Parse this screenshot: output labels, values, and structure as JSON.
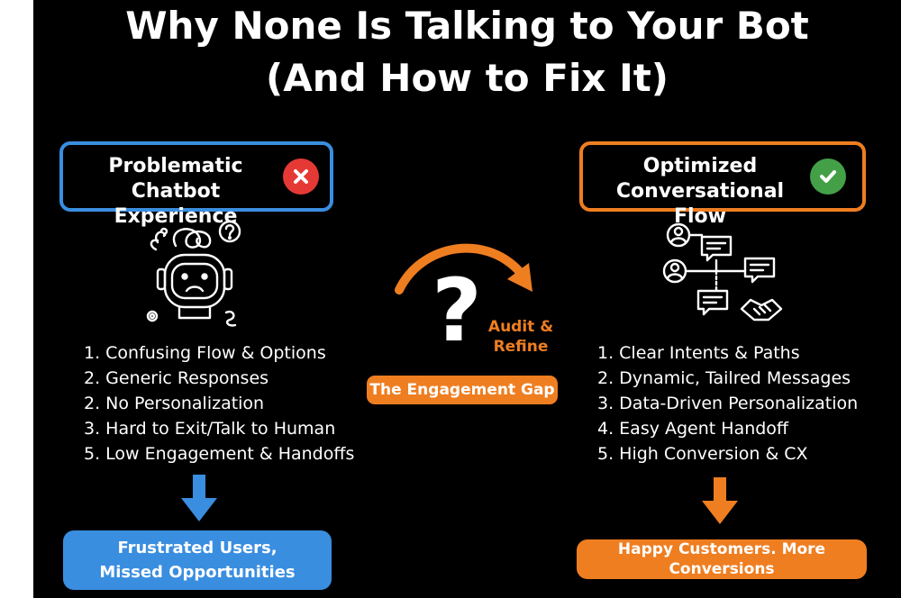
{
  "title": {
    "line1": "Why None Is Talking to Your Bot",
    "line2": "(And How to Fix It)"
  },
  "left": {
    "header_line1": "Problematic",
    "header_line2": "Chatbot Experience",
    "badge_icon": "x-circle-icon",
    "illustration_icon": "confused-robot-icon",
    "items": [
      "1. Confusing Flow & Options",
      "2. Generic Responses",
      "2. No Personalization",
      "3. Hard to Exit/Talk to Human",
      "5. Low Engagement & Handoffs"
    ],
    "result_line1": "Frustrated Users,",
    "result_line2": "Missed Opportunities",
    "color": "#3a8ee0"
  },
  "center": {
    "question_mark": "?",
    "audit_line1": "Audit &",
    "audit_line2": "Refine",
    "gap_label": "The Engagement Gap",
    "color": "#ef7e21"
  },
  "right": {
    "header_line1": "Optimized",
    "header_line2": "Conversational Flow",
    "badge_icon": "check-circle-icon",
    "illustration_icon": "conversation-flow-icon",
    "items": [
      "1. Clear Intents & Paths",
      "2. Dynamic, Tailred Messages",
      "3. Data-Driven Personalization",
      "4. Easy Agent Handoff",
      "5. High Conversion & CX"
    ],
    "result": "Happy Customers. More Conversions",
    "color": "#ef7e21"
  },
  "colors": {
    "background": "#000000",
    "blue": "#3a8ee0",
    "orange": "#ef7e21",
    "error_red": "#e53935",
    "success_green": "#43a047"
  }
}
